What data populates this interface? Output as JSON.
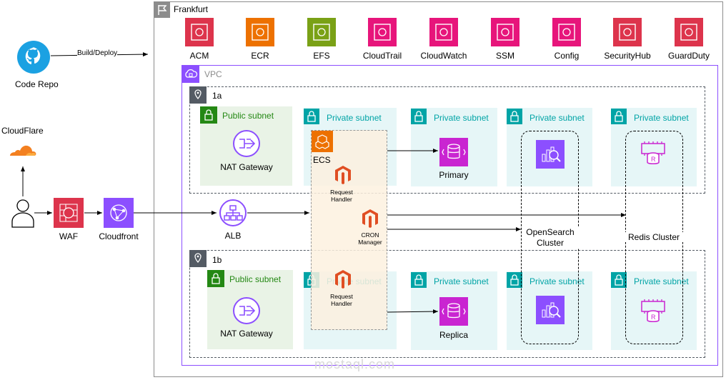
{
  "region": {
    "label": "Frankfurt"
  },
  "vpc": {
    "label": "VPC"
  },
  "az": [
    {
      "label": "1a"
    },
    {
      "label": "1b"
    }
  ],
  "top_services": [
    {
      "label": "ACM",
      "color": "#DD344C",
      "icon": "certificate-manager-icon"
    },
    {
      "label": "ECR",
      "color": "#ED7100",
      "icon": "container-registry-icon"
    },
    {
      "label": "EFS",
      "color": "#7AA116",
      "icon": "elastic-file-system-icon"
    },
    {
      "label": "CloudTrail",
      "color": "#E7157B",
      "icon": "cloudtrail-icon"
    },
    {
      "label": "CloudWatch",
      "color": "#E7157B",
      "icon": "cloudwatch-icon"
    },
    {
      "label": "SSM",
      "color": "#E7157B",
      "icon": "systems-manager-icon"
    },
    {
      "label": "Config",
      "color": "#E7157B",
      "icon": "config-icon"
    },
    {
      "label": "SecurityHub",
      "color": "#DD344C",
      "icon": "security-hub-icon"
    },
    {
      "label": "GuardDuty",
      "color": "#DD344C",
      "icon": "guardduty-icon"
    }
  ],
  "code_repo": {
    "label": "Code Repo",
    "icon": "github-icon"
  },
  "build_deploy": {
    "label": "Build/Deploy"
  },
  "cloudflare": {
    "label": "CloudFlare",
    "icon": "cloudflare-icon"
  },
  "user": {
    "icon": "user-icon"
  },
  "waf": {
    "label": "WAF",
    "color": "#DD344C"
  },
  "cloudfront": {
    "label": "Cloudfront",
    "color": "#8C4FFF"
  },
  "alb": {
    "label": "ALB",
    "color": "#8C4FFF"
  },
  "subnets": {
    "public": "Public subnet",
    "private": "Private subnet"
  },
  "nat_gateway": {
    "label": "NAT Gateway",
    "color": "#8C4FFF"
  },
  "ecs": {
    "label": "ECS",
    "color": "#ED7100"
  },
  "request_handler": {
    "label_line1": "Request",
    "label_line2": "Handler",
    "color": "#E04E23"
  },
  "cron_manager": {
    "label_line1": "CRON",
    "label_line2": "Manager"
  },
  "rds": {
    "primary": "Primary",
    "replica": "Replica",
    "color": "#C925D1"
  },
  "opensearch": {
    "line1": "OpenSearch",
    "line2": "Cluster",
    "color": "#8C4FFF"
  },
  "redis": {
    "label": "Redis Cluster",
    "color": "#C925D1"
  },
  "watermark": {
    "text": "mostaql.com"
  }
}
